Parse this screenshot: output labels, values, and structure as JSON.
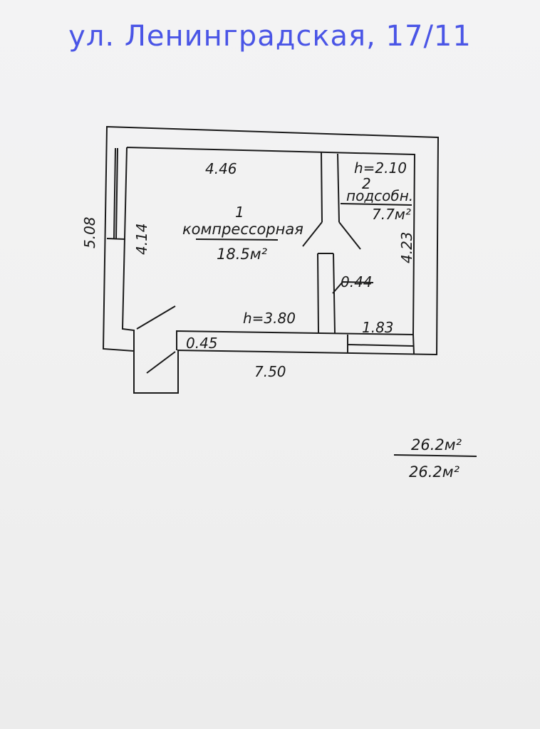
{
  "title": "ул. Ленинградская, 17/11",
  "rooms": [
    {
      "number": "1",
      "name": "компрессорная",
      "area": "18.5м²"
    },
    {
      "number": "2",
      "name": "подсобн.",
      "area": "7.7м²"
    }
  ],
  "dimensions": {
    "top_room1": "4.46",
    "ceiling_room2": "h=2.10",
    "outer_left": "5.08",
    "inner_left": "4.14",
    "right_room2": "4.23",
    "partition": "0.44",
    "ceiling_room1": "h=3.80",
    "bottom_room2": "1.83",
    "door_wall": "0.45",
    "total_length": "7.50"
  },
  "totals": {
    "numerator": "26.2м²",
    "denominator": "26.2м²"
  },
  "colors": {
    "title": "#4a55e6",
    "ink": "#1a1a1a"
  }
}
